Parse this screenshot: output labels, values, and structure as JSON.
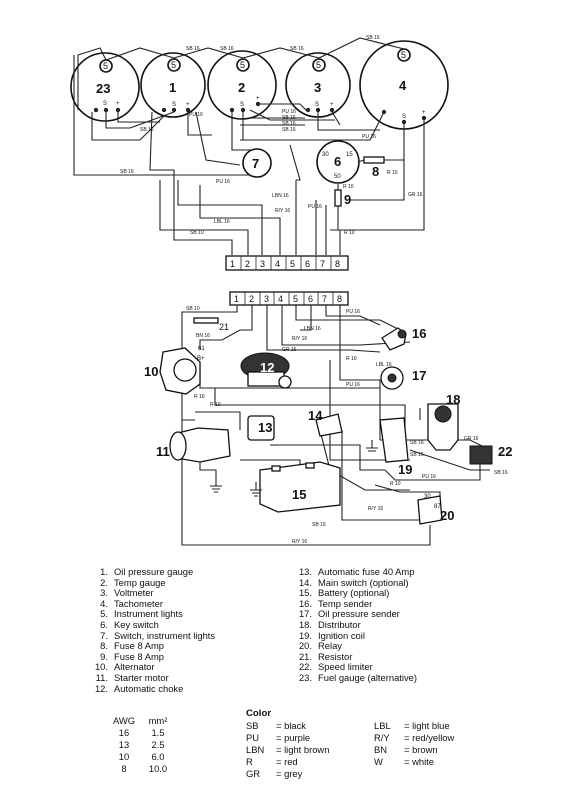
{
  "diagram": {
    "gauge_labels": [
      "23",
      "1",
      "2",
      "3",
      "4"
    ],
    "gauge_top_mark": "5",
    "terminal_labels": [
      "1",
      "2",
      "3",
      "4",
      "5",
      "6",
      "7",
      "8"
    ],
    "component_labels": [
      "7",
      "6",
      "8",
      "9",
      "21",
      "16",
      "10",
      "12",
      "17",
      "18",
      "13",
      "14",
      "11",
      "22",
      "19",
      "15",
      "20"
    ],
    "wire_labels": [
      "SB 16",
      "SB 16",
      "SB 16",
      "SB 16",
      "SB 16",
      "SB 16",
      "PU 16",
      "SB 16",
      "SB 16",
      "SB 16",
      "PU 16",
      "PU 16",
      "LBN 16",
      "R/Y 16",
      "PU 16",
      "R 10",
      "GR 16",
      "LBL 16",
      "SB 10",
      "R 10",
      "R 10",
      "SB 10",
      "BN 16",
      "LBN 16",
      "R/Y 16",
      "PU 16",
      "GR 16",
      "LBL 16",
      "R 10",
      "PU 16",
      "R 10",
      "SB 16",
      "GR 16",
      "SB 16",
      "PU 16",
      "SB 16",
      "R 10",
      "R/Y 16",
      "SB 16",
      "R/Y 16"
    ],
    "terminal_marks": [
      "S",
      "+",
      "S",
      "+",
      "S",
      "+",
      "S",
      "+",
      "S",
      "+",
      "30",
      "15",
      "50",
      "30",
      "87",
      "B+",
      "61"
    ]
  },
  "legend": {
    "left": [
      {
        "n": "1.",
        "text": "Oil pressure gauge"
      },
      {
        "n": "2.",
        "text": "Temp gauge"
      },
      {
        "n": "3.",
        "text": "Voltmeter"
      },
      {
        "n": "4.",
        "text": "Tachometer"
      },
      {
        "n": "5.",
        "text": "Instrument lights"
      },
      {
        "n": "6.",
        "text": "Key switch"
      },
      {
        "n": "7.",
        "text": "Switch, instrument lights"
      },
      {
        "n": "8.",
        "text": "Fuse 8 Amp"
      },
      {
        "n": "9.",
        "text": "Fuse 8 Amp"
      },
      {
        "n": "10.",
        "text": "Alternator"
      },
      {
        "n": "11.",
        "text": "Starter motor"
      },
      {
        "n": "12.",
        "text": "Automatic choke"
      }
    ],
    "right": [
      {
        "n": "13.",
        "text": "Automatic fuse 40 Amp"
      },
      {
        "n": "14.",
        "text": "Main switch (optional)"
      },
      {
        "n": "15.",
        "text": "Battery (optional)"
      },
      {
        "n": "16.",
        "text": "Temp sender"
      },
      {
        "n": "17.",
        "text": "Oil pressure sender"
      },
      {
        "n": "18.",
        "text": "Distributor"
      },
      {
        "n": "19.",
        "text": "Ignition coil"
      },
      {
        "n": "20.",
        "text": "Relay"
      },
      {
        "n": "21.",
        "text": "Resistor"
      },
      {
        "n": "22.",
        "text": "Speed limiter"
      },
      {
        "n": "23.",
        "text": "Fuel gauge (alternative)"
      }
    ]
  },
  "awg": {
    "header_awg": "AWG",
    "header_mm": "mm²",
    "rows": [
      {
        "awg": "16",
        "mm": "1.5"
      },
      {
        "awg": "13",
        "mm": "2.5"
      },
      {
        "awg": "10",
        "mm": "6.0"
      },
      {
        "awg": "8",
        "mm": "10.0"
      }
    ]
  },
  "colors": {
    "title": "Color",
    "col_a": [
      {
        "code": "SB",
        "name": "= black"
      },
      {
        "code": "PU",
        "name": "= purple"
      },
      {
        "code": "LBN",
        "name": "= light brown"
      },
      {
        "code": "R",
        "name": "= red"
      },
      {
        "code": "GR",
        "name": "= grey"
      }
    ],
    "col_b": [
      {
        "code": "LBL",
        "name": "= light blue"
      },
      {
        "code": "R/Y",
        "name": "= red/yellow"
      },
      {
        "code": "BN",
        "name": "= brown"
      },
      {
        "code": "W",
        "name": "= white"
      }
    ]
  }
}
